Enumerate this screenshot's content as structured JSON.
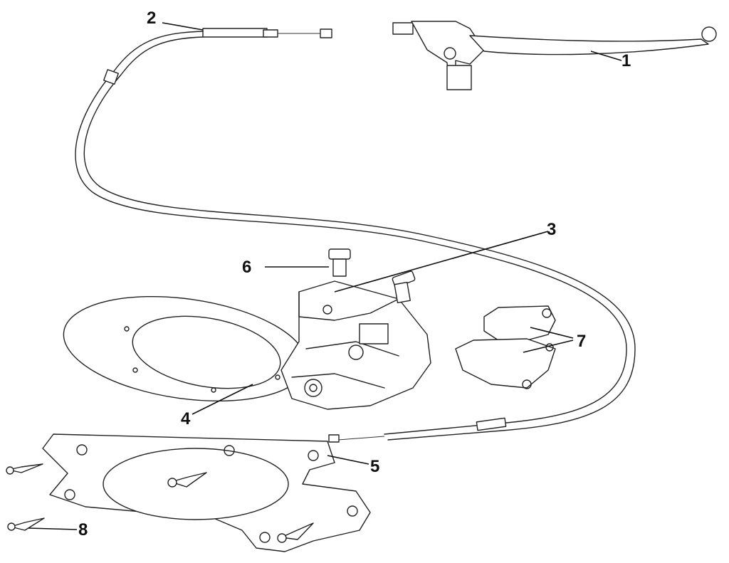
{
  "diagram": {
    "type": "exploded-parts-diagram",
    "callouts": [
      {
        "id": "1",
        "label": "1"
      },
      {
        "id": "2",
        "label": "2"
      },
      {
        "id": "3",
        "label": "3"
      },
      {
        "id": "4",
        "label": "4"
      },
      {
        "id": "5",
        "label": "5"
      },
      {
        "id": "6",
        "label": "6"
      },
      {
        "id": "7",
        "label": "7"
      },
      {
        "id": "8",
        "label": "8"
      }
    ]
  }
}
